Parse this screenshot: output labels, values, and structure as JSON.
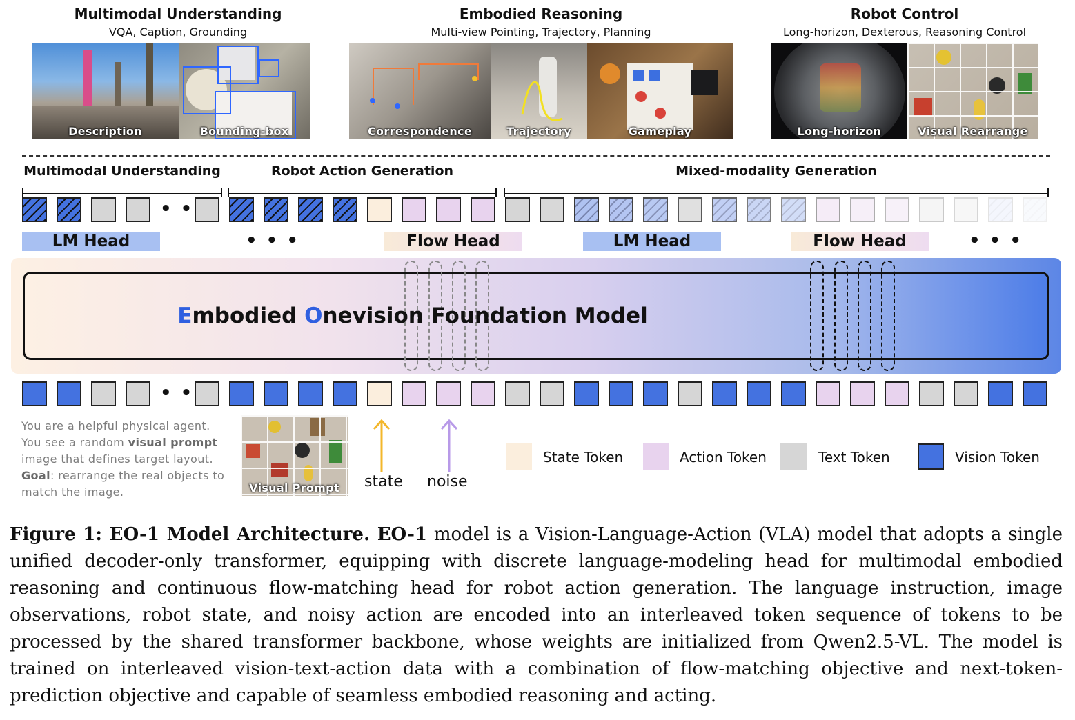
{
  "panels": [
    {
      "title": "Multimodal Understanding",
      "subtitle": "VQA, Caption, Grounding",
      "captions": [
        "Description",
        "Bounding-box"
      ]
    },
    {
      "title": "Embodied Reasoning",
      "subtitle": "Multi-view Pointing, Trajectory, Planning",
      "captions": [
        "Correspondence",
        "Trajectory",
        "Gameplay"
      ]
    },
    {
      "title": "Robot Control",
      "subtitle": "Long-horizon, Dexterous, Reasoning Control",
      "captions": [
        "Long-horizon",
        "Visual Rearrange"
      ]
    }
  ],
  "sections": [
    "Multimodal Understanding",
    "Robot Action Generation",
    "Mixed-modality Generation"
  ],
  "heads": {
    "lm": "LM Head",
    "flow": "Flow Head",
    "ellipsis": "• • •"
  },
  "token_dots": "• •",
  "model": {
    "title_first_letter": "E",
    "title_part1": "mbodied ",
    "title_second_letter": "O",
    "title_part2": "nevision Foundation Model"
  },
  "prompt": {
    "line1": "You are a helpful physical agent.",
    "line2_pre": "You see a random ",
    "line2_bold": "visual prompt",
    "line3": "image that defines target layout.",
    "goal_bold": "Goal",
    "goal_text": ": rearrange the real objects to match the image.",
    "image_caption": "Visual Prompt"
  },
  "arrows": {
    "state": "state",
    "noise": "noise",
    "state_color": "#f3b72b",
    "noise_color": "#b89ae8"
  },
  "legend": [
    {
      "label": "State Token",
      "color": "#fbeedd"
    },
    {
      "label": "Action Token",
      "color": "#e8d3ee"
    },
    {
      "label": "Text Token",
      "color": "#d6d6d6"
    },
    {
      "label": "Vision Token",
      "color": "#4472e0"
    }
  ],
  "caption": {
    "label": "Figure 1: EO-1 Model Architecture",
    "sep": ". ",
    "bold2": "EO-1",
    "text": " model is a Vision-Language-Action (VLA) model that adopts a single unified decoder-only transformer, equipping with discrete language-modeling head for multimodal embodied reasoning and continuous flow-matching head for robot action generation. The language instruction, image observations, robot state, and noisy action are encoded into an interleaved token sequence of tokens to be processed by the shared transformer backbone, whose weights are initialized from Qwen2.5-VL. The model is trained on interleaved vision-text-action data with a combination of flow-matching objective and next-token-prediction objective and capable of seamless embodied reasoning and acting."
  }
}
